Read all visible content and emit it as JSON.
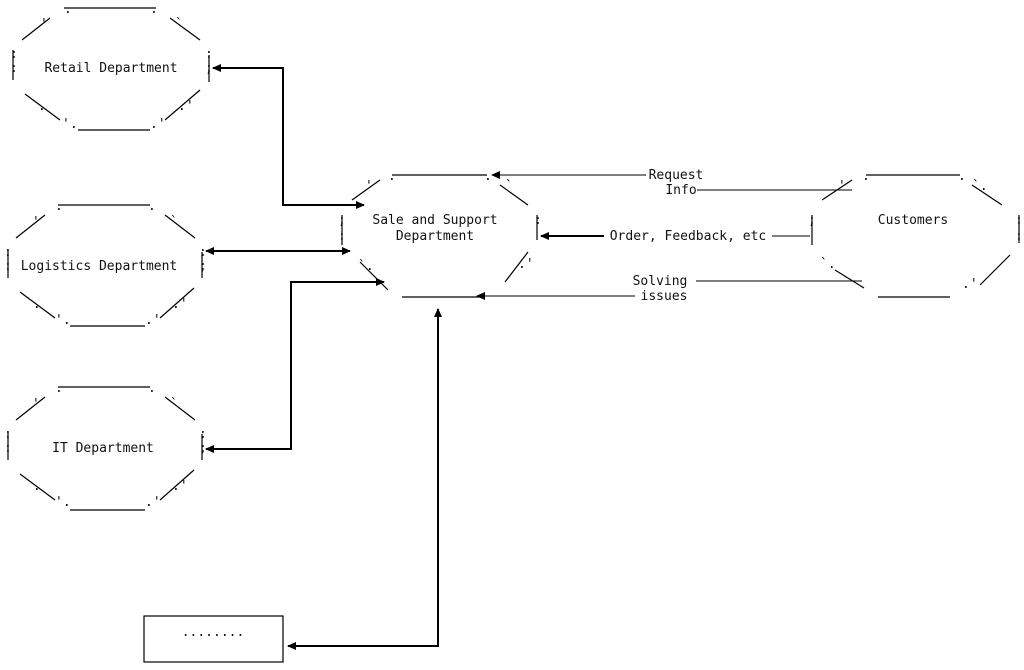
{
  "nodes": {
    "retail": {
      "label": "Retail Department"
    },
    "logistics": {
      "label": "Logistics Department"
    },
    "it": {
      "label": "IT Department"
    },
    "sales": {
      "line1": "Sale and Support",
      "line2": "Department"
    },
    "customers": {
      "label": "Customers"
    },
    "more": {
      "label": "........"
    }
  },
  "edges": {
    "request": {
      "line1": "Request",
      "line2": "Info"
    },
    "order": {
      "label": "Order, Feedback, etc"
    },
    "solving": {
      "line1": "Solving",
      "line2": "issues"
    }
  }
}
